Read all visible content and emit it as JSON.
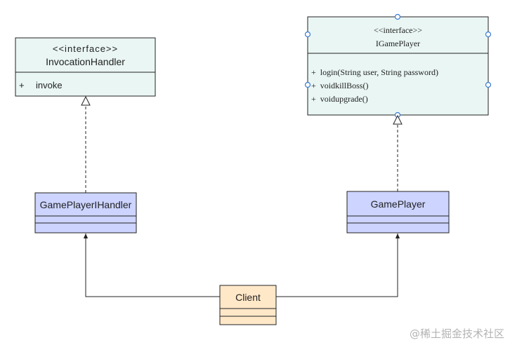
{
  "diagram": {
    "invocation_handler": {
      "stereotype": "<<interface>>",
      "name": "InvocationHandler",
      "members": [
        {
          "visibility": "+",
          "label": "invoke"
        }
      ]
    },
    "igameplayer": {
      "stereotype": "<<interface>>",
      "name": "IGamePlayer",
      "members": [
        "+  login(String user, String password)",
        "+  voidkillBoss()",
        "+  voidupgrade()"
      ]
    },
    "gameplayer_handler": {
      "name": "GamePlayerIHandler"
    },
    "gameplayer": {
      "name": "GamePlayer"
    },
    "client": {
      "name": "Client"
    }
  },
  "colors": {
    "interface_fill": "#e9f6f3",
    "class_fill": "#ccd4ff",
    "client_fill": "#ffe8c8",
    "stroke": "#222222",
    "selection_handle": "#3a7bd5"
  },
  "watermark": "@稀土掘金技术社区"
}
